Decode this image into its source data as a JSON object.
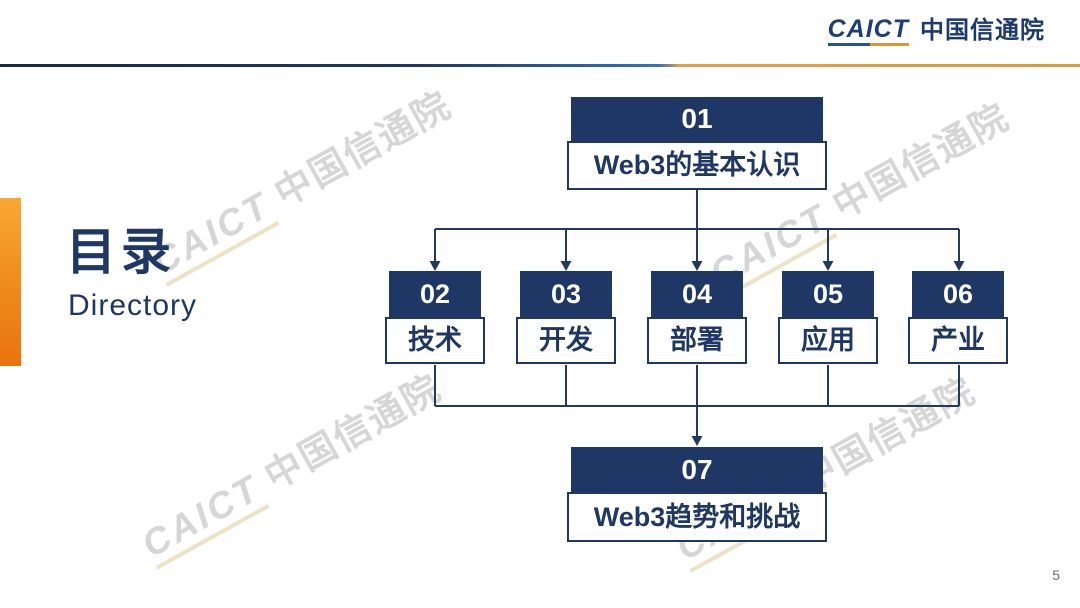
{
  "brand": {
    "caict": "CAICT",
    "cjk": "中国信通院"
  },
  "watermark": {
    "caict": "CAICT",
    "cjk": "中国信通院"
  },
  "title": {
    "zh": "目录",
    "en": "Directory"
  },
  "diagram": {
    "top": {
      "num": "01",
      "label": "Web3的基本认识"
    },
    "middle": [
      {
        "num": "02",
        "label": "技术"
      },
      {
        "num": "03",
        "label": "开发"
      },
      {
        "num": "04",
        "label": "部署"
      },
      {
        "num": "05",
        "label": "应用"
      },
      {
        "num": "06",
        "label": "产业"
      }
    ],
    "bottom": {
      "num": "07",
      "label": "Web3趋势和挑战"
    }
  },
  "page_number": "5",
  "colors": {
    "navy": "#1e3765",
    "accent_orange": "#ee8a1d",
    "rule_blue": "#3571bd",
    "rule_gold": "#e3a145",
    "logo_gold": "#d9973a",
    "watermark_gray": "#d6d6d6"
  }
}
